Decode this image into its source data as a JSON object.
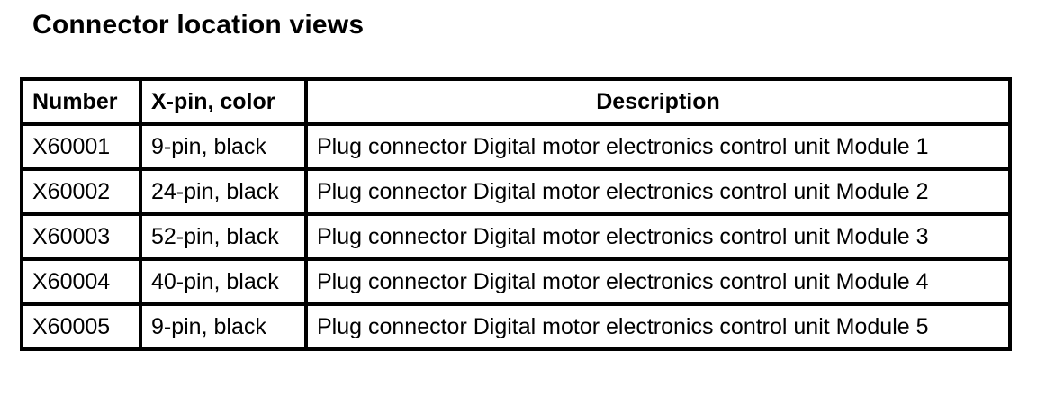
{
  "title": "Connector location views",
  "table": {
    "headers": {
      "number": "Number",
      "pin": "X-pin, color",
      "description": "Description"
    },
    "rows": [
      {
        "number": "X60001",
        "pin": "9-pin, black",
        "description": "Plug connector Digital motor electronics control unit Module 1"
      },
      {
        "number": "X60002",
        "pin": "24-pin, black",
        "description": "Plug connector Digital motor electronics control unit Module 2"
      },
      {
        "number": "X60003",
        "pin": "52-pin, black",
        "description": "Plug connector Digital motor electronics control unit Module 3"
      },
      {
        "number": "X60004",
        "pin": "40-pin, black",
        "description": "Plug connector Digital motor electronics control unit Module 4"
      },
      {
        "number": "X60005",
        "pin": "9-pin, black",
        "description": "Plug connector Digital motor electronics control unit Module 5"
      }
    ]
  }
}
